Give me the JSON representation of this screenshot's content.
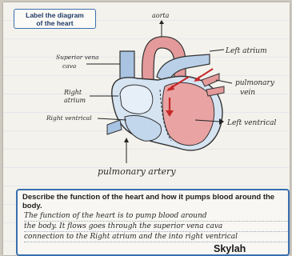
{
  "worksheet": {
    "title_line1": "Label the diagram",
    "title_line2": "of the heart",
    "question": "Describe the function of the heart and how it pumps blood around the body.",
    "student_name": "Skylah"
  },
  "labels": {
    "aorta": "aorta",
    "superior_vena_cava_1": "Superior vena",
    "superior_vena_cava_2": "cava",
    "left_atrium": "Left atrium",
    "pulmonary_vein_1": "pulmonary",
    "pulmonary_vein_2": "vein",
    "right_atrium_1": "Right",
    "right_atrium_2": "atrium",
    "right_ventricle": "Right ventrical",
    "left_ventricle": "Left ventrical",
    "pulmonary_artery": "pulmonary artery"
  },
  "answer": {
    "line1": "The function of the heart is to pump blood around",
    "line2": "the body. It flows goes through the superior vena cava",
    "line3": "connection to the Right atrium and the into right ventrical"
  },
  "colors": {
    "box_border": "#3a6fb0",
    "oxygenated": "#e07a7a",
    "deoxygenated": "#8fb4d9"
  }
}
